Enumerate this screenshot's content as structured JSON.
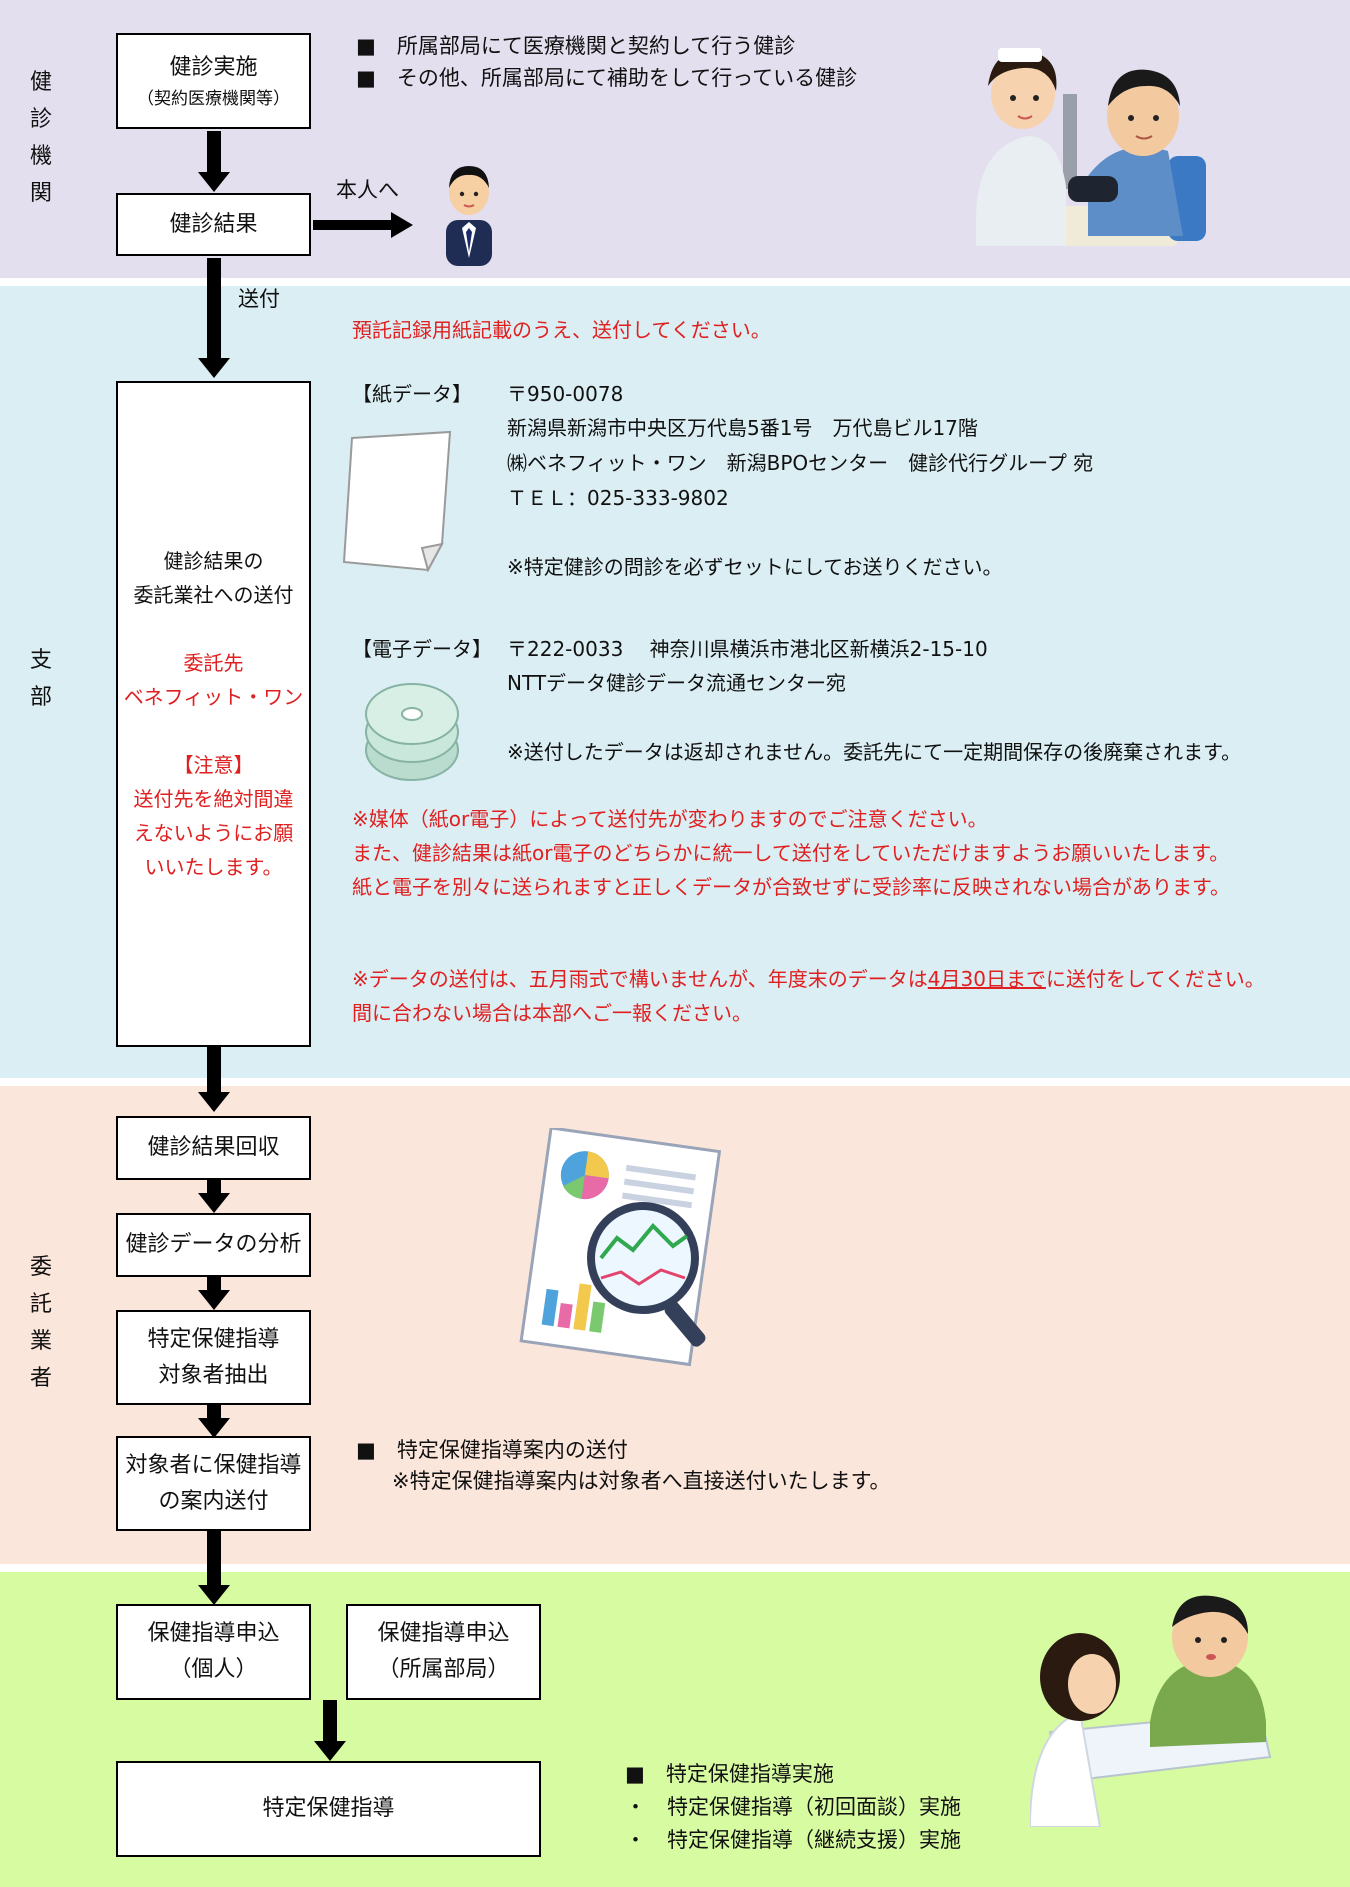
{
  "sections": {
    "clinic": {
      "label_chars": [
        "健",
        "診",
        "機",
        "関"
      ]
    },
    "branch": {
      "label_chars": [
        "支",
        "部"
      ]
    },
    "contractor": {
      "label_chars": [
        "委",
        "託",
        "業",
        "者"
      ]
    }
  },
  "clinic": {
    "box_checkup": {
      "line1": "健診実施",
      "line2": "（契約医療機関等）"
    },
    "box_result": "健診結果",
    "to_self": "本人へ",
    "bullets": [
      "所属部局にて医療機関と契約して行う健診",
      "その他、所属部局にて補助をして行っている健診"
    ]
  },
  "send_label": "送付",
  "branch": {
    "note_top": "預託記録用紙記載のうえ、送付してください。",
    "box": {
      "line1": "健診結果の",
      "line2": "委託業社への送付",
      "line3": "委託先",
      "line4": "ベネフィット・ワン",
      "line5": "【注意】",
      "line6": "送付先を絶対間違",
      "line7": "えないようにお願",
      "line8": "いいたします。"
    },
    "paper": {
      "tag": "【紙データ】",
      "postal": "〒950-0078",
      "address": "新潟県新潟市中央区万代島5番1号　万代島ビル17階",
      "recipient": "㈱ベネフィット・ワン　新潟BPOセンター　健診代行グループ 宛",
      "tel": "ＴＥＬ：025-333-9802",
      "note": "※特定健診の問診を必ずセットにしてお送りください。"
    },
    "electronic": {
      "tag": "【電子データ】",
      "postal_address": "〒222-0033　 神奈川県横浜市港北区新横浜2-15-10",
      "recipient": "NTTデータ健診データ流通センター宛",
      "note": "※送付したデータは返却されません。委託先にて一定期間保存の後廃棄されます。"
    },
    "warn1": "※媒体（紙or電子）によって送付先が変わりますのでご注意ください。",
    "warn2": "また、健診結果は紙or電子のどちらかに統一して送付をしていただけますようお願いいたします。",
    "warn3": "紙と電子を別々に送られますと正しくデータが合致せずに受診率に反映されない場合があります。",
    "warn4_a": "※データの送付は、五月雨式で構いませんが、年度末のデータは",
    "warn4_b": "4月30日まで",
    "warn4_c": "に送付をしてください。",
    "warn5": "間に合わない場合は本部へご一報ください。"
  },
  "contractor": {
    "box_collect": "健診結果回収",
    "box_analysis": "健診データの分析",
    "box_extract": {
      "line1": "特定保健指導",
      "line2": "対象者抽出"
    },
    "box_notice": {
      "line1": "対象者に保健指導",
      "line2": "の案内送付"
    },
    "bullet": "特定保健指導案内の送付",
    "note": "※特定保健指導案内は対象者へ直接送付いたします。"
  },
  "guidance": {
    "box_individual": {
      "line1": "保健指導申込",
      "line2": "（個人）"
    },
    "box_dept": {
      "line1": "保健指導申込",
      "line2": "（所属部局）"
    },
    "box_main": "特定保健指導",
    "bullet_main": "特定保健指導実施",
    "dot1": "特定保健指導（初回面談）実施",
    "dot2": "特定保健指導（継続支援）実施"
  }
}
